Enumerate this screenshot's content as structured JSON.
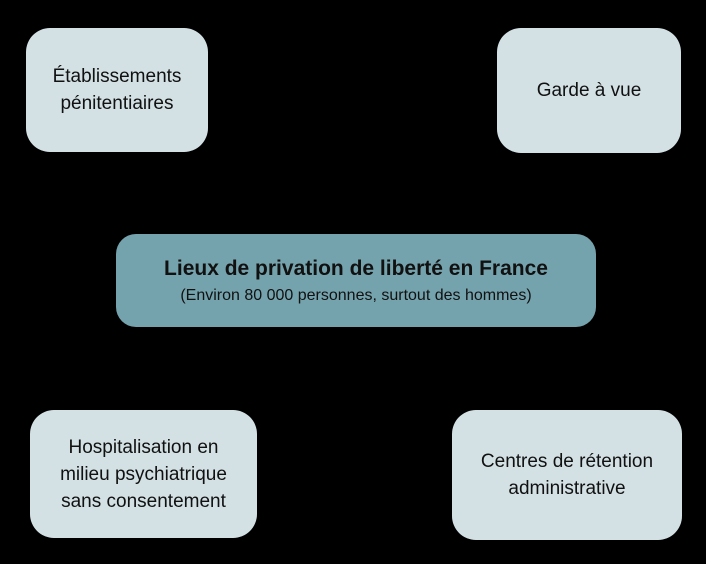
{
  "colors": {
    "background": "#000000",
    "node-light": "#d3e1e4",
    "node-accent": "#75a3ad",
    "text": "#111111"
  },
  "diagram": {
    "center": {
      "title": "Lieux de privation de liberté en France",
      "subtitle": "(Environ 80 000 personnes, surtout des hommes)"
    },
    "nodes": [
      {
        "id": "etablissements-penitentiaires",
        "label": "Établissements pénitentiaires"
      },
      {
        "id": "garde-a-vue",
        "label": "Garde à vue"
      },
      {
        "id": "hospitalisation-psychiatrique",
        "label": "Hospitalisation en milieu psychiatrique sans consentement"
      },
      {
        "id": "centres-retention-administrative",
        "label": "Centres de rétention administrative"
      }
    ]
  }
}
